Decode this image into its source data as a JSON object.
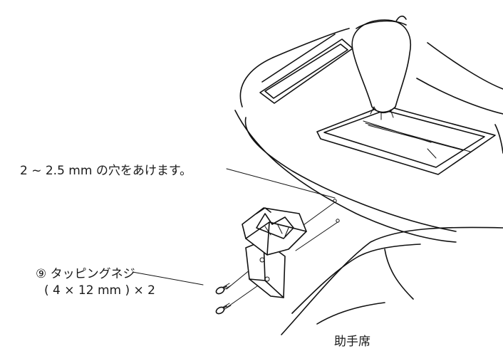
{
  "labels": {
    "hole": "2 ~ 2.5 mm の穴をあけます。",
    "screw_name": "⑨ タッピングネジ",
    "screw_spec": "( 4 × 12 mm ) × 2",
    "passenger_seat": "助手席"
  },
  "colors": {
    "line": "#111111",
    "background": "#ffffff"
  }
}
